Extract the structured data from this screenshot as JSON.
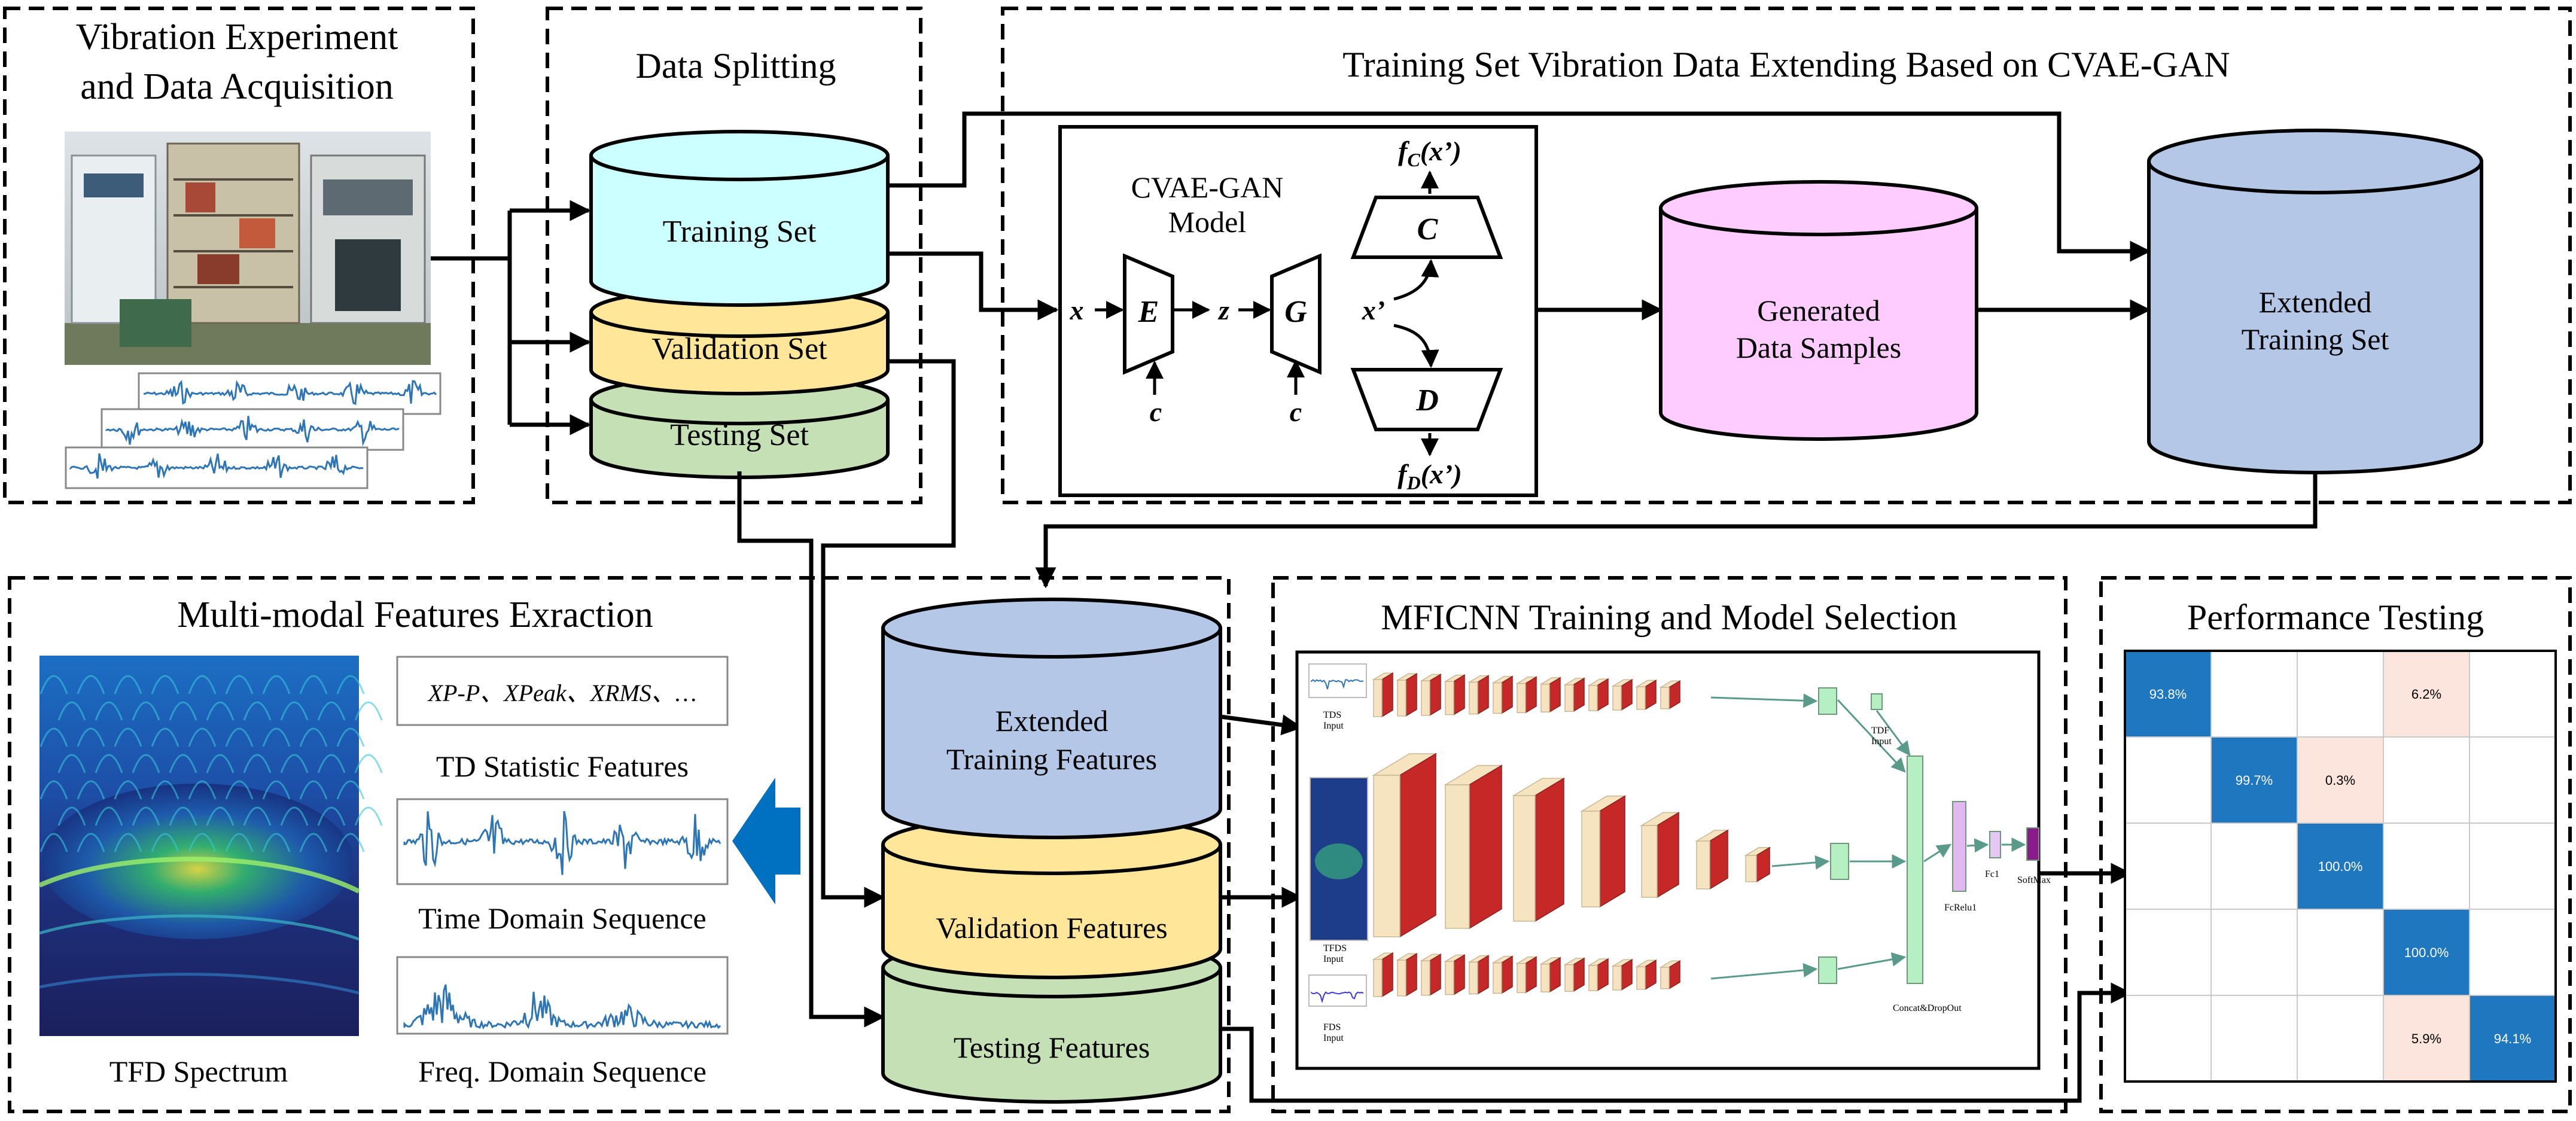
{
  "panels": {
    "acquisition": {
      "line1": "Vibration Experiment",
      "line2": "and Data Acquisition"
    },
    "splitting": {
      "title": "Data Splitting",
      "training": "Training Set",
      "validation": "Validation Set",
      "testing": "Testing Set"
    },
    "extending": {
      "title": "Training Set Vibration Data Extending Based on CVAE-GAN",
      "model_line1": "CVAE-GAN",
      "model_line2": "Model",
      "x": "x",
      "e": "E",
      "z": "z",
      "g": "G",
      "xprime": "x’",
      "c1": "c",
      "c2": "c",
      "classifier": "C",
      "discriminator": "D",
      "fc_f": "f",
      "fc_sub": "C",
      "fc_arg": "(x’)",
      "fd_f": "f",
      "fd_sub": "D",
      "fd_arg": "(x’)",
      "generated_line1": "Generated",
      "generated_line2": "Data Samples",
      "extended_line1": "Extended",
      "extended_line2": "Training Set"
    },
    "features": {
      "title": "Multi-modal Features Exraction",
      "stats_formula": "XP-P、XPeak、XRMS、…",
      "td_stats": "TD Statistic Features",
      "time_seq": "Time Domain Sequence",
      "freq_seq": "Freq. Domain Sequence",
      "tfd": "TFD Spectrum",
      "extended_line1": "Extended",
      "extended_line2": "Training Features",
      "validation": "Validation Features",
      "testing": "Testing Features"
    },
    "training": {
      "title": "MFICNN Training and Model Selection",
      "tds_input": "TDS\nInput",
      "tfds_input": "TFDS\nInput",
      "fds_input": "FDS\nInput",
      "tdf_input": "TDF\nInput",
      "concat": "Concat&DropOut",
      "fcrelu": "FcRelu1",
      "fc1": "Fc1",
      "softmax": "SoftMax"
    },
    "performance": {
      "title": "Performance Testing",
      "matrix": [
        [
          "93.8%",
          "",
          "",
          "6.2%",
          ""
        ],
        [
          "",
          "99.7%",
          "0.3%",
          "",
          ""
        ],
        [
          "",
          "",
          "100.0%",
          "",
          ""
        ],
        [
          "",
          "",
          "",
          "100.0%",
          ""
        ],
        [
          "",
          "",
          "",
          "5.9%",
          "94.1%"
        ]
      ],
      "matrix_values": [
        [
          93.8,
          0,
          0,
          6.2,
          0
        ],
        [
          0,
          99.7,
          0.3,
          0,
          0
        ],
        [
          0,
          0,
          100.0,
          0,
          0
        ],
        [
          0,
          0,
          0,
          100.0,
          0
        ],
        [
          0,
          0,
          0,
          5.9,
          94.1
        ]
      ]
    }
  },
  "colors": {
    "training": "#ccffff",
    "validation": "#ffe699",
    "testing": "#c5e0b4",
    "generated": "#ffccff",
    "extended": "#b4c7e7",
    "wave": "#2e75b6",
    "arrow_blue": "#0070c0",
    "diag": "#1f77c0",
    "offdiag": "#fbe5dc"
  }
}
